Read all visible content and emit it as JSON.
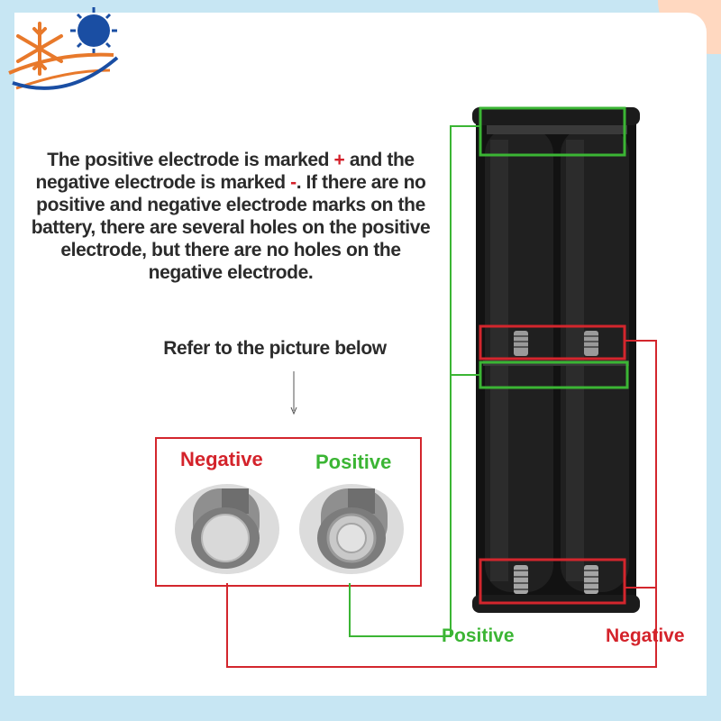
{
  "description": {
    "part1": "The positive electrode is marked ",
    "plus": "+",
    "part2": " and the negative electrode is marked ",
    "minus": "-",
    "part3": ". If there are no positive and negative electrode marks on the battery, there are several holes on the positive electrode, but there are no holes on the negative electrode."
  },
  "refer_text": "Refer to the picture below",
  "photo_labels": {
    "negative": "Negative",
    "positive": "Positive"
  },
  "bottom_labels": {
    "positive": "Positive",
    "negative": "Negative"
  },
  "colors": {
    "positive_green": "#3bb534",
    "negative_red": "#d4232b",
    "frame_blue": "#c7e6f3",
    "holder_black": "#151515"
  },
  "icons": {
    "logo": "snowflake-sun-logo",
    "arrow": "down-arrow-icon"
  }
}
